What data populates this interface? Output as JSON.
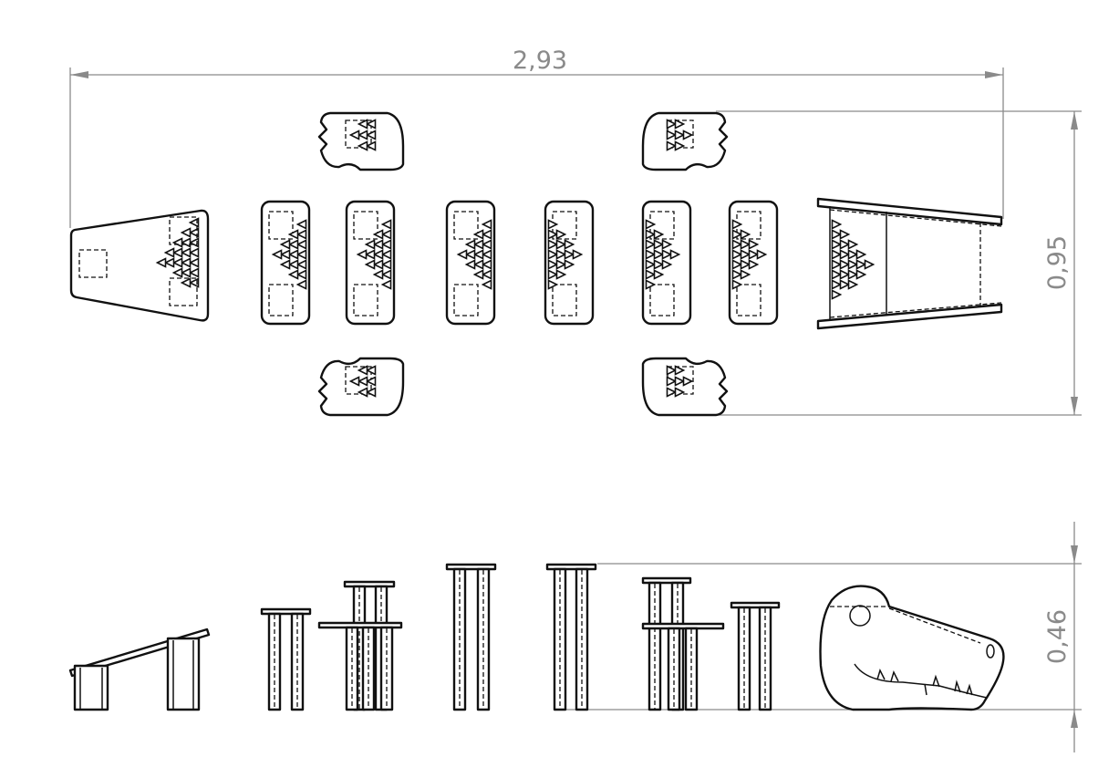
{
  "drawing": {
    "dimensions": {
      "overall_length": "2,93",
      "plan_width": "0,95",
      "elevation_height": "0,46"
    },
    "colors": {
      "dimension": "#8a8a8a",
      "outline": "#111111"
    }
  }
}
